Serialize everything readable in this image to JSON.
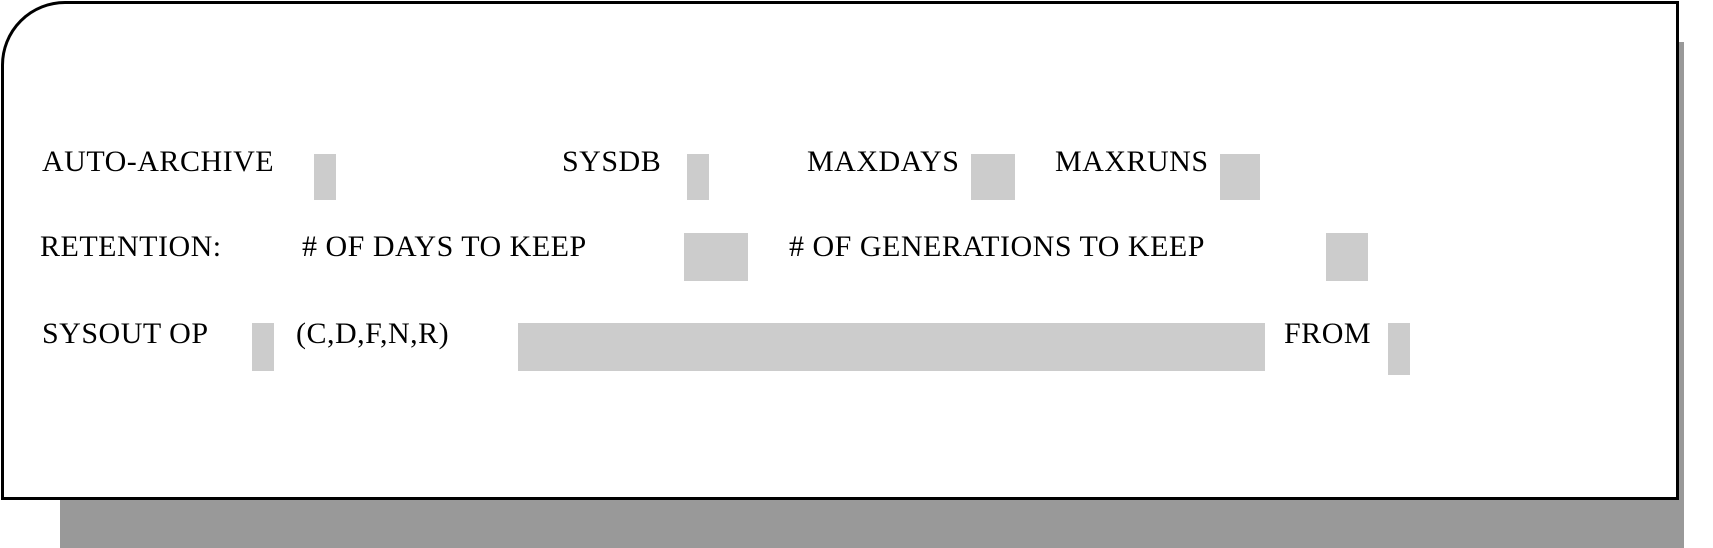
{
  "row1": {
    "auto_archive_label": "AUTO-ARCHIVE",
    "auto_archive_value": "",
    "sysdb_label": "SYSDB",
    "sysdb_value": "",
    "maxdays_label": "MAXDAYS",
    "maxdays_value": "",
    "maxruns_label": "MAXRUNS",
    "maxruns_value": ""
  },
  "row2": {
    "retention_label": "RETENTION:",
    "days_to_keep_label": "# OF DAYS TO KEEP",
    "days_to_keep_value": "",
    "generations_to_keep_label": "# OF GENERATIONS TO KEEP",
    "generations_to_keep_value": ""
  },
  "row3": {
    "sysout_op_label": "SYSOUT OP",
    "sysout_op_value": "",
    "options_hint": "(C,D,F,N,R)",
    "sysout_data_value": "",
    "from_label": "FROM",
    "from_value": ""
  },
  "colors": {
    "field_background": "#cccccc",
    "shadow": "#999999",
    "border": "#000000"
  }
}
